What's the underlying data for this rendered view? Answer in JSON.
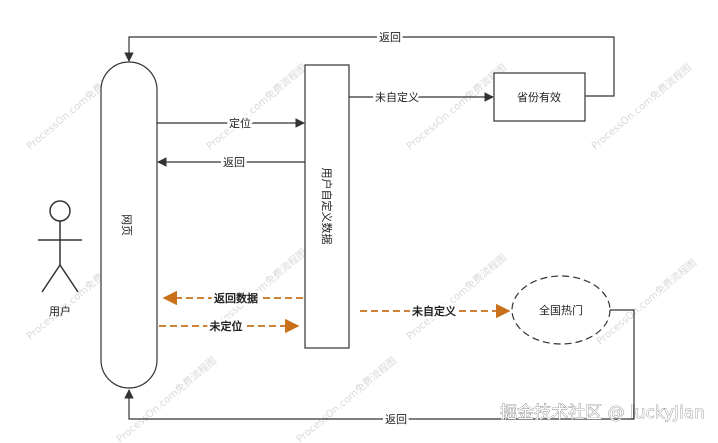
{
  "nodes": {
    "user": "用户",
    "webpage": "网页",
    "custom_data": "用户自定义数据",
    "province_valid": "省份有效",
    "national_hot": "全国热门"
  },
  "edges": {
    "locate": "定位",
    "return_from_custom": "返回",
    "not_custom_top": "未自定义",
    "return_top": "返回",
    "return_data": "返回数据",
    "not_located": "未定位",
    "not_custom_bottom": "未自定义",
    "return_bottom": "返回"
  },
  "watermark": "ProcessOn.com免费流程图",
  "credit": "掘金技术社区 @ luckyJian",
  "colors": {
    "solid": "#333333",
    "dashed": "#c8701a"
  }
}
